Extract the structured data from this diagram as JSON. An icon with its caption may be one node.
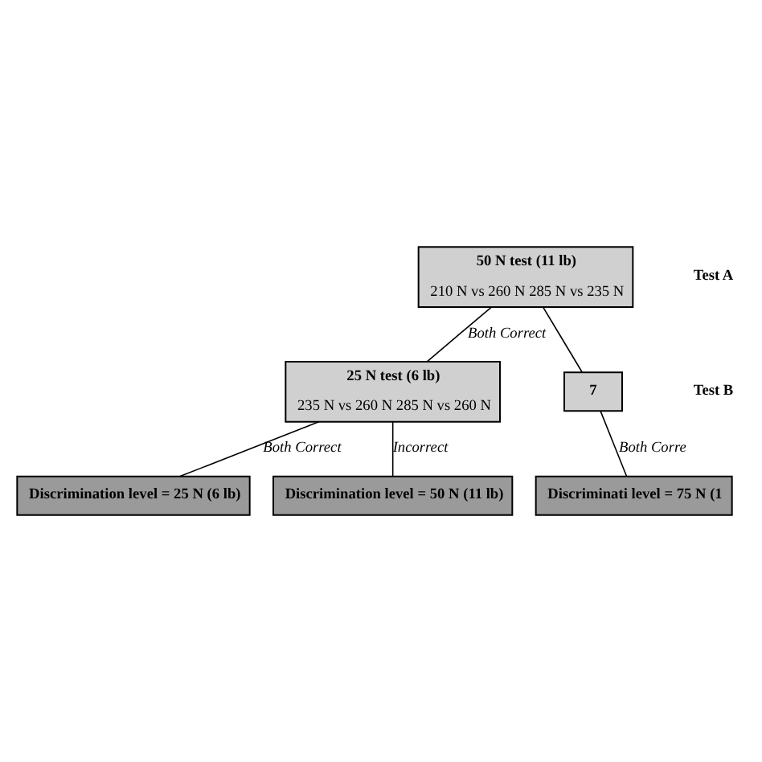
{
  "diagram": {
    "nodes": [
      {
        "text": [
          "50 N test (11 lb)",
          "210 N vs 260 N 285 N vs 235 N"
        ]
      },
      {
        "text": [
          "25 N test (6 lb)",
          "235 N vs 260 N 285 N vs 260 N"
        ]
      },
      {
        "text": [
          "7"
        ]
      },
      {
        "text": [
          "Discrimination level = 25 N (6 lb)"
        ]
      },
      {
        "text": [
          "Discrimination level = 50 N (11 lb)"
        ]
      },
      {
        "text": [
          "Discriminati level = 75 N (1"
        ]
      }
    ],
    "edges": [
      {
        "from": 0,
        "to": 1,
        "arrow": "none",
        "label": "Both Correct"
      },
      {
        "from": 0,
        "to": 2,
        "arrow": "none"
      },
      {
        "from": 1,
        "to": 3,
        "arrow": "none",
        "label": "Both Correct"
      },
      {
        "from": 1,
        "to": 4,
        "arrow": "none",
        "label": "Incorrect"
      },
      {
        "from": 2,
        "to": 5,
        "arrow": "none",
        "label": "Both Corre"
      }
    ],
    "labels": [
      "Test A",
      "Test B"
    ]
  }
}
